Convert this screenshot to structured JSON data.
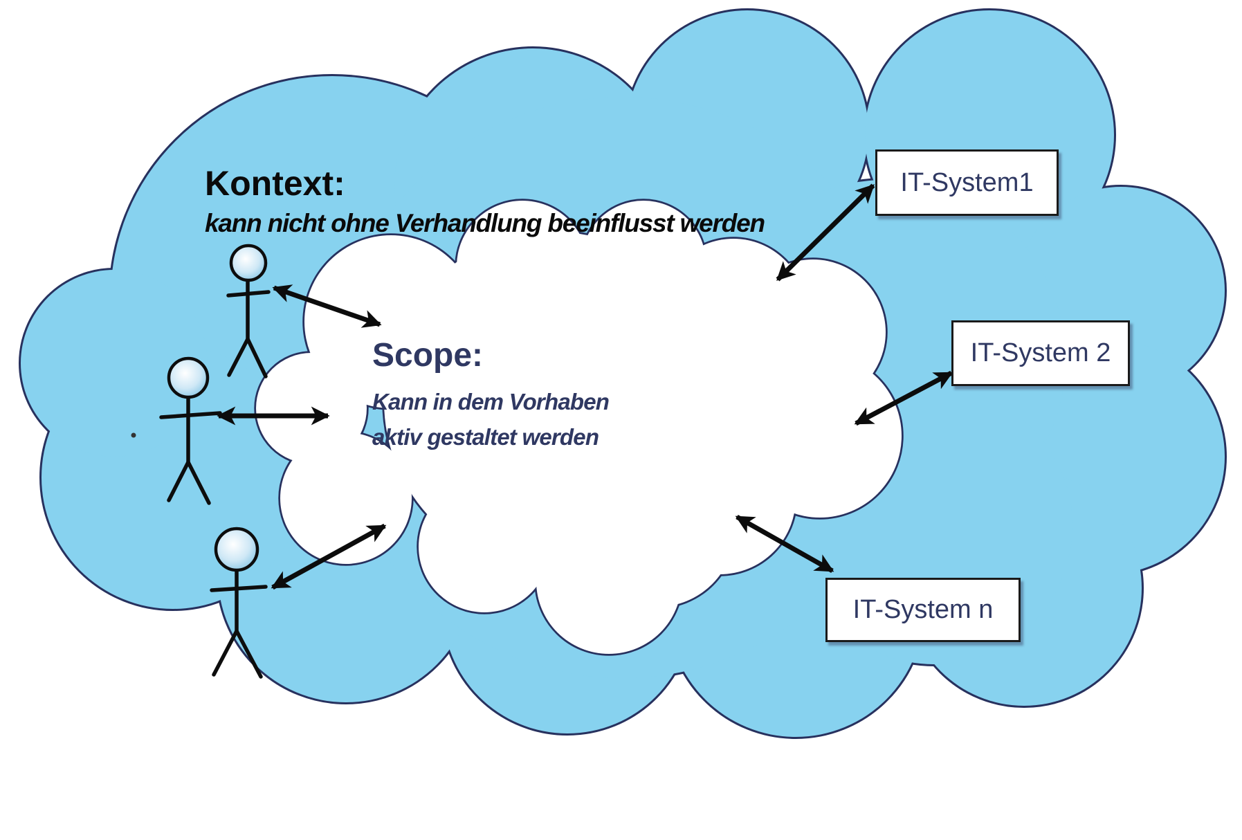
{
  "colors": {
    "cloud-fill": "#87D2EF",
    "cloud-stroke": "#27315E",
    "inner-fill": "#FFFFFF",
    "kontext-text": "#0A0A0A",
    "scope-text": "#2F3862",
    "box-text": "#2F3862",
    "box-border": "#1A1A1A",
    "arrow": "#0C0C0C",
    "figure": "#0D0D0D",
    "head-center": "#FFFFFF",
    "head-mid": "#CFE8F6",
    "head-edge": "#7FC3E4"
  },
  "kontext": {
    "title": "Kontext:",
    "subtitle": "kann nicht ohne Verhandlung beeinflusst werden"
  },
  "scope": {
    "title": "Scope:",
    "line1": "Kann in dem Vorhaben",
    "line2": "aktiv gestaltet werden"
  },
  "it_systems": [
    {
      "label": "IT-System1"
    },
    {
      "label": "IT-System 2"
    },
    {
      "label": "IT-System n"
    }
  ]
}
